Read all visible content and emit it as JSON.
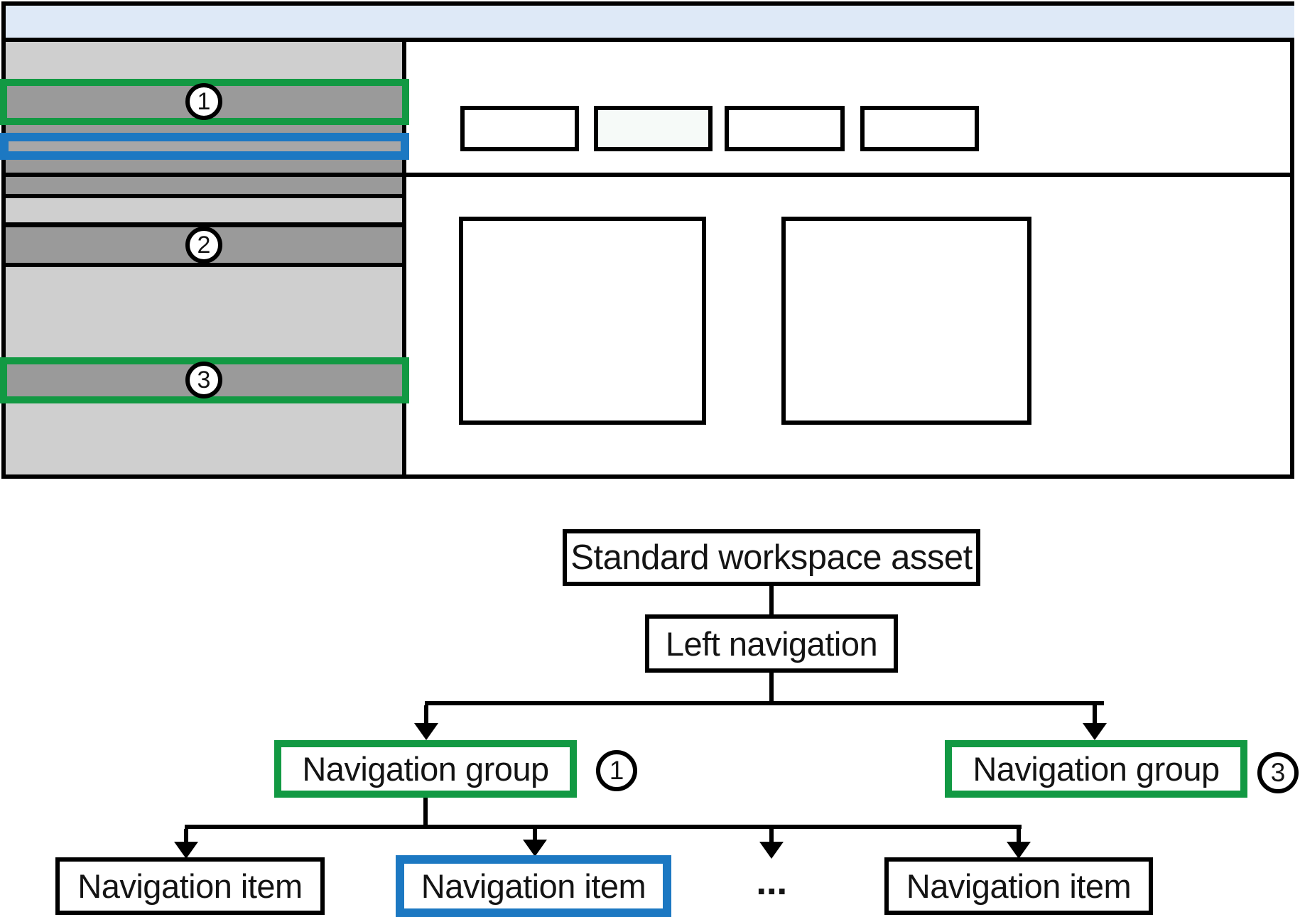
{
  "tree": {
    "root_label": "Standard workspace asset",
    "left_nav_label": "Left navigation",
    "group1_label": "Navigation group",
    "group3_label": "Navigation group",
    "item1_label": "Navigation item",
    "item2_label": "Navigation item",
    "more_items": "...",
    "item3_label": "Navigation item"
  },
  "callouts": {
    "group1": "1",
    "group2": "2",
    "group3": "3"
  },
  "colors": {
    "highlight_green": "#129943",
    "highlight_blue": "#1C78C2",
    "header_blue": "#DEE9F7",
    "sidebar_gray": "#CFCFCF",
    "bar_gray": "#9A9A9A",
    "selected_bar_gray": "#A7A7A7",
    "tab_tint": "#F6FAF8",
    "outline_black": "#000000"
  }
}
